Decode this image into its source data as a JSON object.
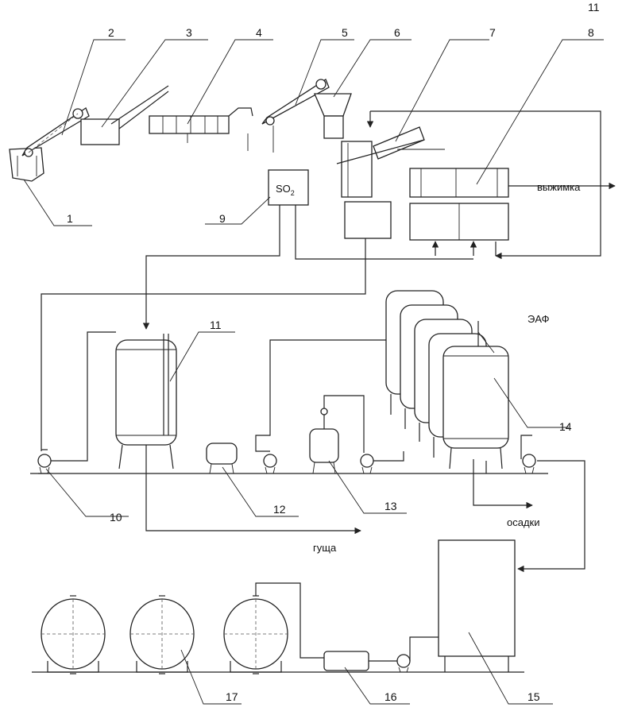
{
  "labels": {
    "n1": "1",
    "n2": "2",
    "n3": "3",
    "n4": "4",
    "n5": "5",
    "n6": "6",
    "n7": "7",
    "n8": "8",
    "n9": "9",
    "n10": "10",
    "n11": "11",
    "n11top": "11",
    "n12": "12",
    "n13": "13",
    "n14": "14",
    "n15": "15",
    "n16": "16",
    "n17": "17"
  },
  "text": {
    "so2": "SO",
    "so2_sub": "2",
    "vyzhimka": "выжимка",
    "eaf": "ЭАФ",
    "osadki": "осадки",
    "gusha": "гуща"
  }
}
